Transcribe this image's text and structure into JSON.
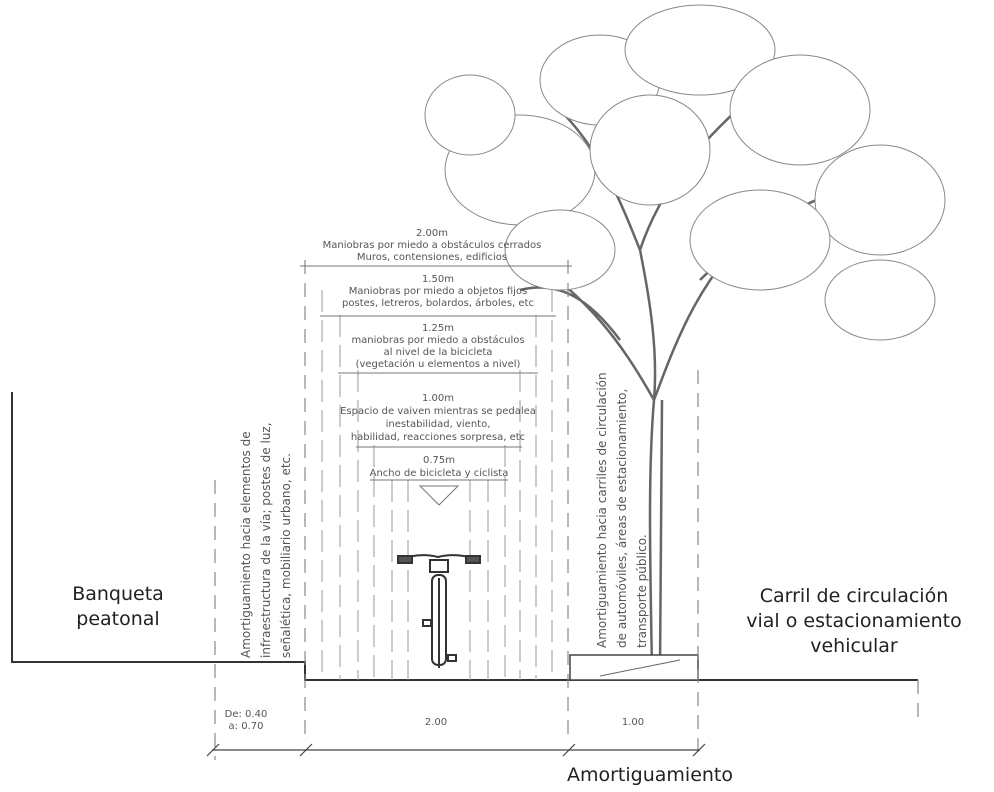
{
  "labels": {
    "banqueta": [
      "Banqueta",
      "peatonal"
    ],
    "carril": [
      "Carril de circulación",
      "vial o estacionamiento",
      "vehicular"
    ],
    "amortiguamiento": "Amortiguamiento"
  },
  "clearances": [
    {
      "value": "2.00m",
      "lines": [
        "Maniobras por miedo a obstáculos cerrados",
        "Muros, contensiones, edificios"
      ]
    },
    {
      "value": "1.50m",
      "lines": [
        "Maniobras por miedo a objetos fijos",
        "postes, letreros, bolardos, árboles, etc"
      ]
    },
    {
      "value": "1.25m",
      "lines": [
        "maniobras por miedo a obstáculos",
        "al nivel de la bicicleta",
        "(vegetación u elementos a nivel)"
      ]
    },
    {
      "value": "1.00m",
      "lines": [
        "Espacio de vaiven mientras se pedalea",
        "inestabilidad, viento,",
        "habilidad, reacciones sorpresa, etc"
      ]
    },
    {
      "value": "0.75m",
      "lines": [
        "Ancho de bicicleta y ciclista"
      ]
    }
  ],
  "vertical_notes": {
    "left": [
      "Amortiguamiento hacia elementos de",
      "infraestructura de la vía; postes de luz,",
      "señalética, mobiliario urbano, etc."
    ],
    "right": [
      "Amortiguamiento hacia carriles de circulación",
      "de automóviles, áreas de estacionamiento,",
      "transporte público."
    ]
  },
  "dimensions": {
    "left_buffer": [
      "De: 0.40",
      "a: 0.70"
    ],
    "lane": "2.00",
    "right_buffer": "1.00"
  }
}
